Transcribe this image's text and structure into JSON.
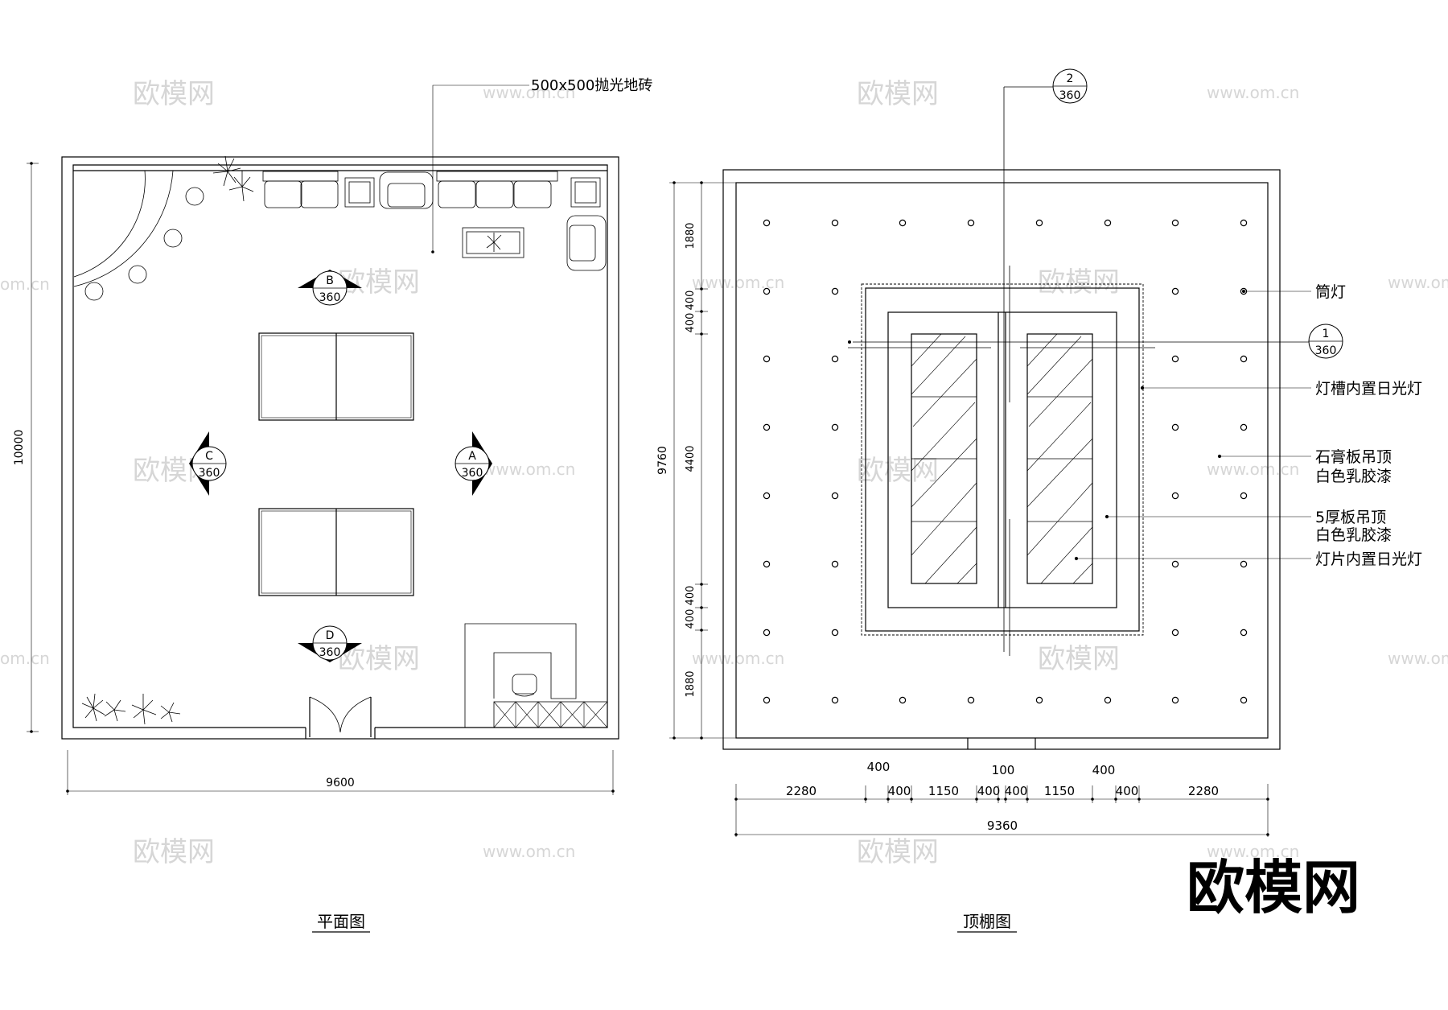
{
  "plan": {
    "title": "平面图",
    "dim_width": "9600",
    "dim_height": "10000",
    "floor_note": "500x500抛光地砖",
    "markers": [
      {
        "letter": "B",
        "code": "360"
      },
      {
        "letter": "C",
        "code": "360"
      },
      {
        "letter": "A",
        "code": "360"
      },
      {
        "letter": "D",
        "code": "360"
      }
    ]
  },
  "ceiling": {
    "title": "顶棚图",
    "dim_height": "9760",
    "dim_total_width": "9360",
    "vertical_dims": [
      "1880",
      "400",
      "400",
      "4400",
      "400",
      "400",
      "1880"
    ],
    "bottom_dims": [
      "2280",
      "400",
      "1150",
      "400",
      "400",
      "1150",
      "400",
      "2280"
    ],
    "upper_dims": [
      "400",
      "100",
      "400"
    ],
    "section_markers": [
      {
        "number": "2",
        "code": "360"
      },
      {
        "number": "1",
        "code": "360"
      }
    ],
    "notes": {
      "downlight": "筒灯",
      "cove_light": "灯槽内置日光灯",
      "gypsum_line1": "石膏板吊顶",
      "gypsum_line2": "白色乳胶漆",
      "board_line1": "5厚板吊顶",
      "board_line2": "白色乳胶漆",
      "light_panel": "灯片内置日光灯"
    }
  },
  "watermark": {
    "brand": "欧模网",
    "url": "www.om.cn",
    "url_short": "om.cn"
  }
}
